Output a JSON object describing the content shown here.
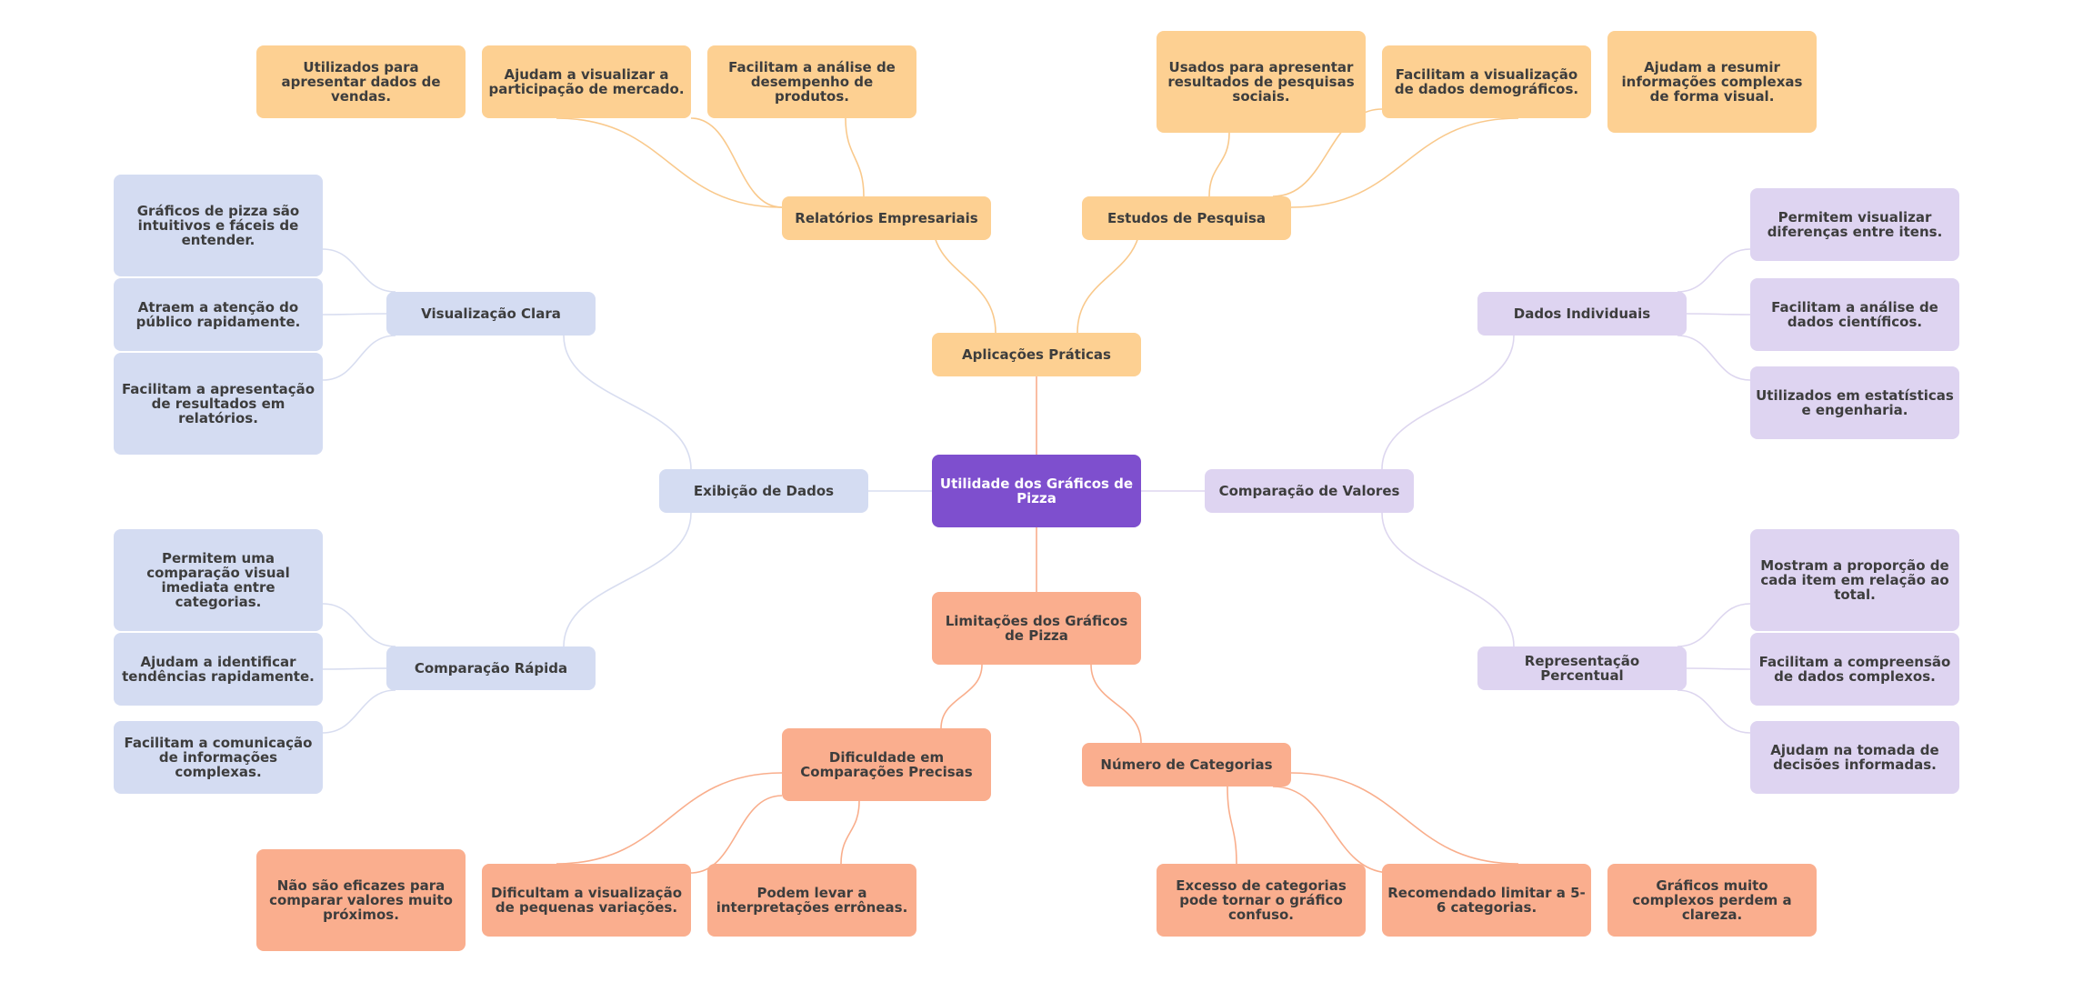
{
  "colors": {
    "center_fill": "#7e4fce",
    "orange_fill": "#fdd092",
    "orange_line": "#f9c98c",
    "salmon_fill": "#faae8e",
    "salmon_line": "#f9ae8c",
    "blue_fill": "#d4dcf2",
    "blue_line": "#d8ddf0",
    "purple_fill": "#ded4f1",
    "purple_line": "#ddd6ef"
  },
  "root": {
    "text": "Utilidade dos Gráficos de Pizza"
  },
  "aplicacoes": {
    "text": "Aplicações Práticas",
    "relatorios": {
      "text": "Relatórios Empresariais",
      "items": [
        "Utilizados para apresentar dados de vendas.",
        "Ajudam a visualizar a participação de mercado.",
        "Facilitam a análise de desempenho de produtos."
      ]
    },
    "estudos": {
      "text": "Estudos de Pesquisa",
      "items": [
        "Usados para apresentar resultados de pesquisas sociais.",
        "Facilitam a visualização de dados demográficos.",
        "Ajudam a resumir informações complexas de forma visual."
      ]
    }
  },
  "exibicao": {
    "text": "Exibição de Dados",
    "visualizacao": {
      "text": "Visualização Clara",
      "items": [
        "Gráficos de pizza são intuitivos e fáceis de entender.",
        "Atraem a atenção do público rapidamente.",
        "Facilitam a apresentação de resultados em relatórios."
      ]
    },
    "comparacao_rapida": {
      "text": "Comparação Rápida",
      "items": [
        "Permitem uma comparação visual imediata entre categorias.",
        "Ajudam a identificar tendências rapidamente.",
        "Facilitam a comunicação de informações complexas."
      ]
    }
  },
  "comparacao_valores": {
    "text": "Comparação de Valores",
    "individuais": {
      "text": "Dados Individuais",
      "items": [
        "Permitem visualizar diferenças entre itens.",
        "Facilitam a análise de dados científicos.",
        "Utilizados em estatísticas e engenharia."
      ]
    },
    "percentual": {
      "text": "Representação Percentual",
      "items": [
        "Mostram a proporção de cada item em relação ao total.",
        "Facilitam a compreensão de dados complexos.",
        "Ajudam na tomada de decisões informadas."
      ]
    }
  },
  "limitacoes": {
    "text": "Limitações dos Gráficos de Pizza",
    "dificuldade": {
      "text": "Dificuldade em Comparações Precisas",
      "items": [
        "Não são eficazes para comparar valores muito próximos.",
        "Dificultam a visualização de pequenas variações.",
        "Podem levar a interpretações errôneas."
      ]
    },
    "numero": {
      "text": "Número de Categorias",
      "items": [
        "Excesso de categorias pode tornar o gráfico confuso.",
        "Recomendado limitar a 5-6 categorias.",
        "Gráficos muito complexos perdem a clareza."
      ]
    }
  }
}
